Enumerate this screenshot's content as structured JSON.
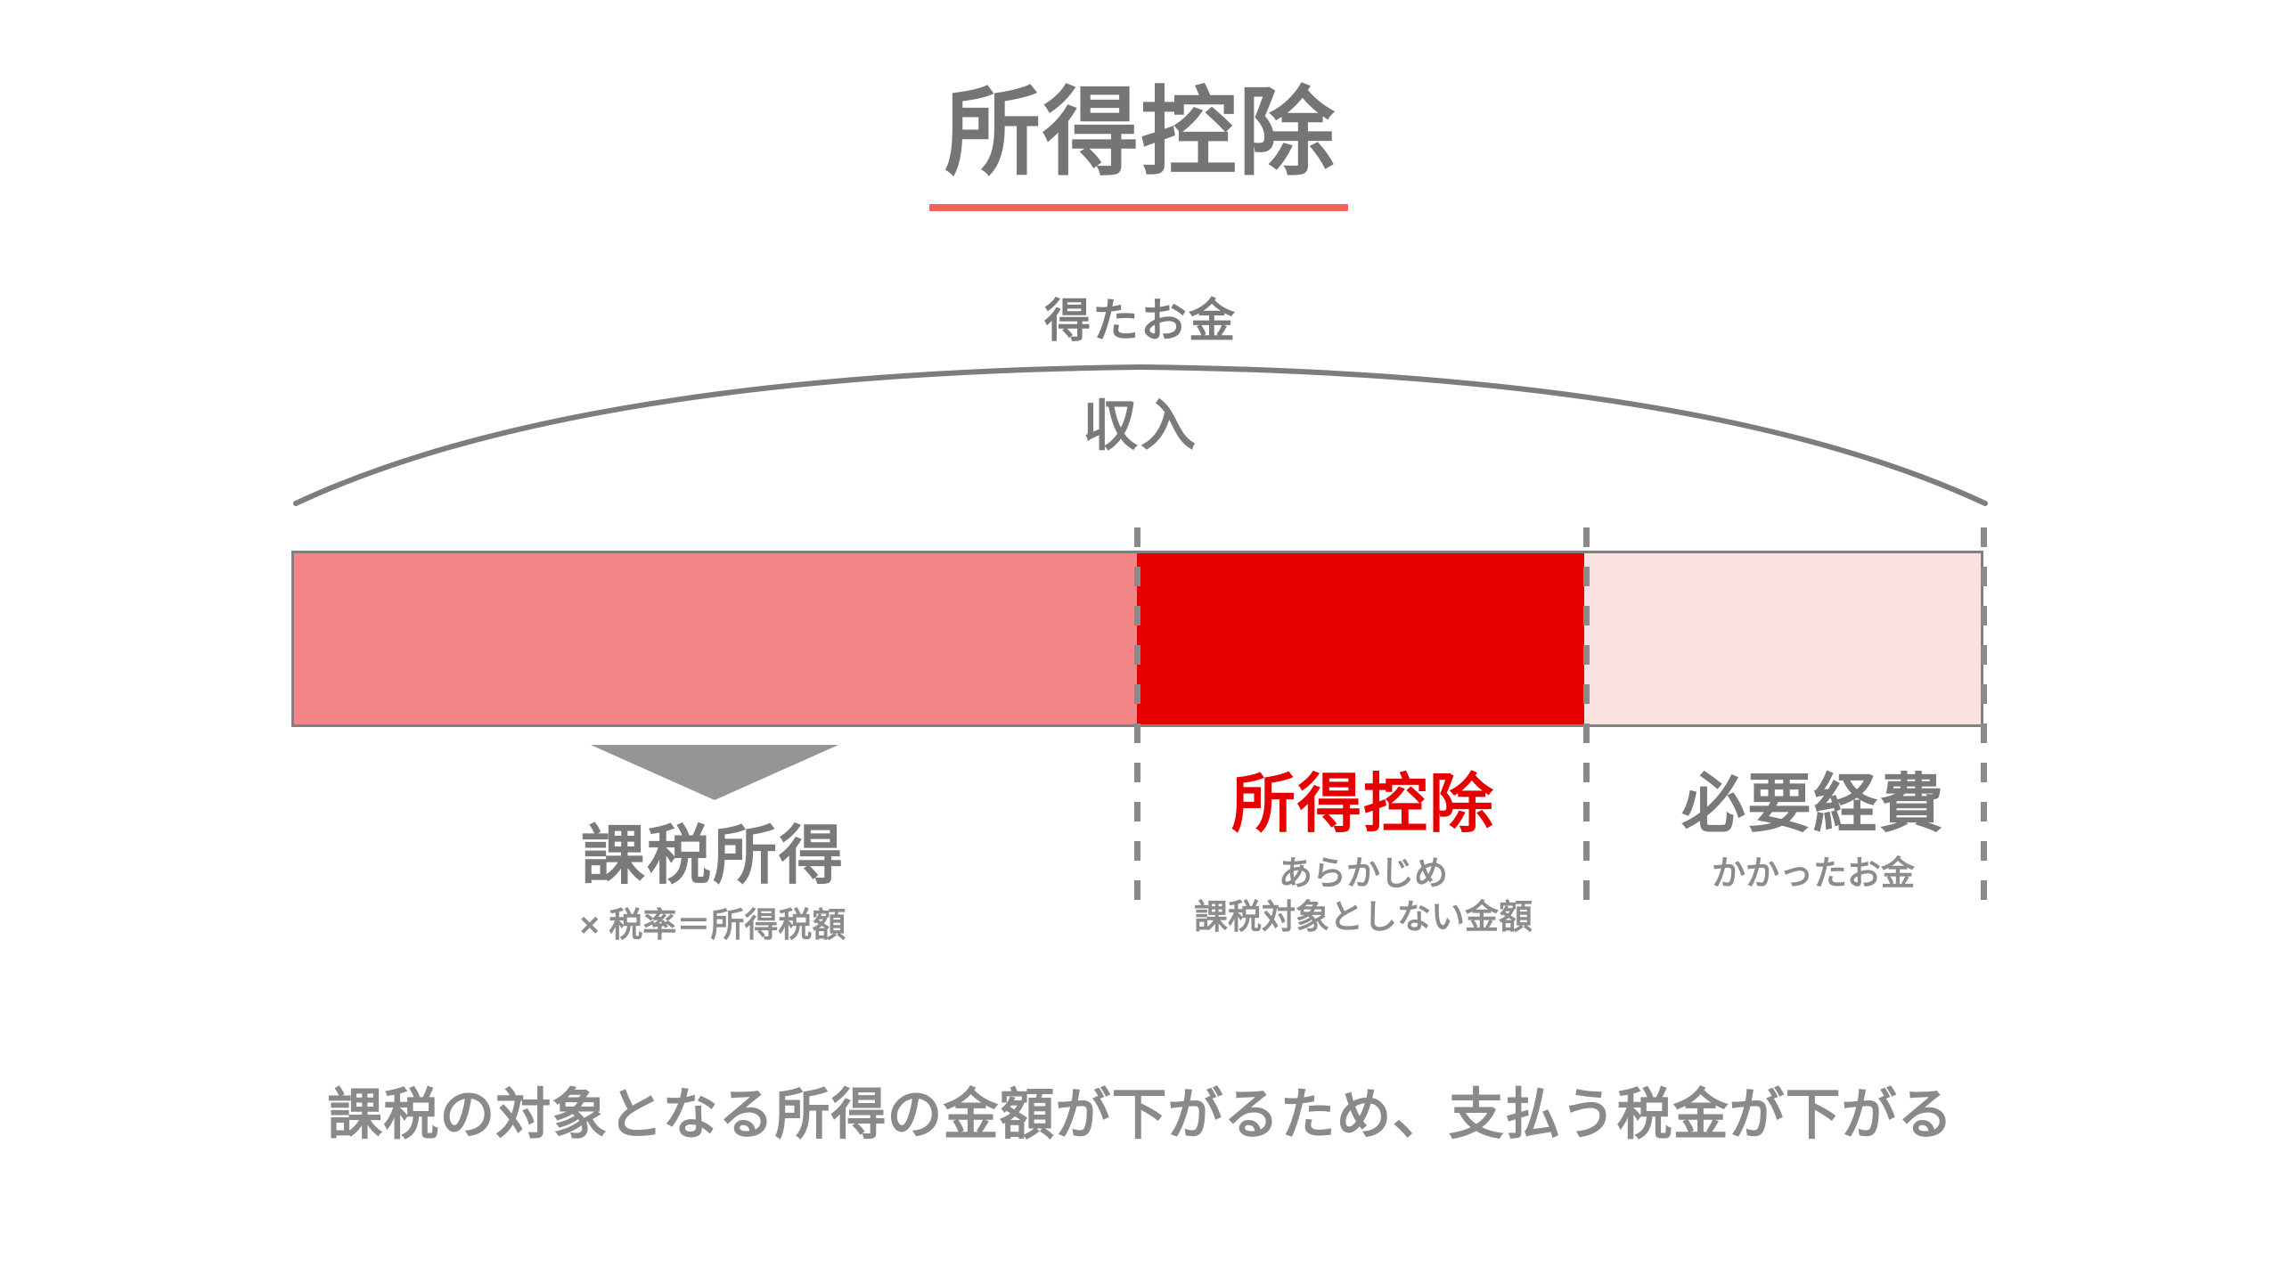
{
  "title": {
    "text": "所得控除",
    "underline_color": "#F1635E"
  },
  "income_bracket": {
    "caption": "得たお金",
    "label": "収入"
  },
  "bar": {
    "segments": [
      {
        "id": "taxable-income",
        "heading": "課税所得",
        "subtext": "× 税率＝所得税額",
        "color": "#F28585",
        "share_percent": 50
      },
      {
        "id": "income-deduction",
        "heading": "所得控除",
        "subtext_line1": "あらかじめ",
        "subtext_line2": "課税対象としない金額",
        "color": "#E60000",
        "heading_color": "#E60000",
        "share_percent": 26.5
      },
      {
        "id": "necessary-expenses",
        "heading": "必要経費",
        "subtext": "かかったお金",
        "color": "#FBE2E1",
        "share_percent": 23.5
      }
    ],
    "border_color": "#808080",
    "guide_color": "#8a8a8a"
  },
  "summary": {
    "text": "課税の対象となる所得の金額が下がるため、支払う税金が下がる"
  },
  "palette": {
    "text_gray": "#7a7a7a",
    "accent_red": "#E60000",
    "underline_red": "#F1635E"
  }
}
